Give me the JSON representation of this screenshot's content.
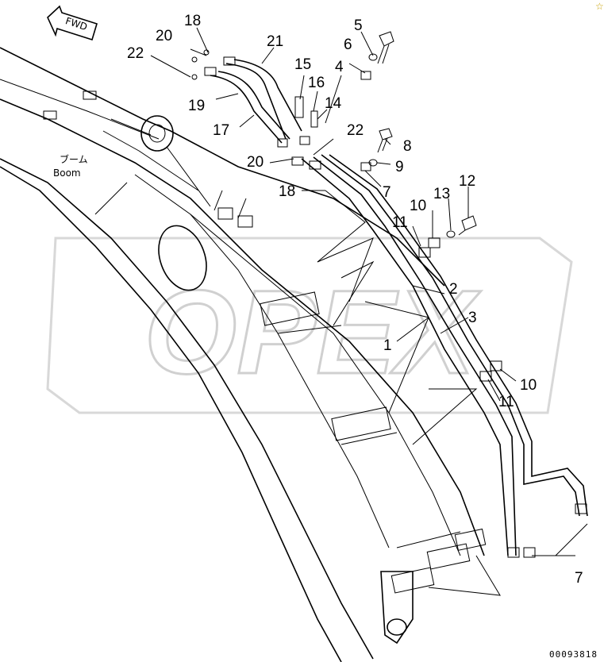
{
  "header": {
    "fwd_label": "FWD",
    "corner_mark": "☆"
  },
  "boom_label": {
    "japanese": "ブーム",
    "english": "Boom"
  },
  "watermark": {
    "text": "OPEX"
  },
  "callouts": {
    "c1": "1",
    "c2": "2",
    "c3": "3",
    "c4": "4",
    "c5": "5",
    "c6": "6",
    "c7a": "7",
    "c7b": "7",
    "c8": "8",
    "c9": "9",
    "c10a": "10",
    "c10b": "10",
    "c11a": "11",
    "c11b": "11",
    "c12": "12",
    "c13": "13",
    "c14": "14",
    "c15": "15",
    "c16": "16",
    "c17": "17",
    "c18a": "18",
    "c18b": "18",
    "c19": "19",
    "c20a": "20",
    "c20b": "20",
    "c21": "21",
    "c22a": "22",
    "c22b": "22"
  },
  "drawing_number": "00093818"
}
